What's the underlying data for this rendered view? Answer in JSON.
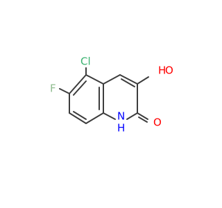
{
  "molecule": {
    "atoms": {
      "cl": {
        "label": "Cl",
        "color": "#3cb371"
      },
      "f": {
        "label": "F",
        "color": "#8fbc8f"
      },
      "o_hydroxyl": {
        "label": "O",
        "color": "#ff0000"
      },
      "h_hydroxyl": {
        "label": "H",
        "color": "#ff0000"
      },
      "o_carbonyl": {
        "label": "O",
        "color": "#ff0000"
      },
      "n": {
        "label": "N",
        "color": "#0000ff"
      },
      "h_amine": {
        "label": "H",
        "color": "#0000ff"
      }
    },
    "bond_color": "#3c3c3c"
  }
}
